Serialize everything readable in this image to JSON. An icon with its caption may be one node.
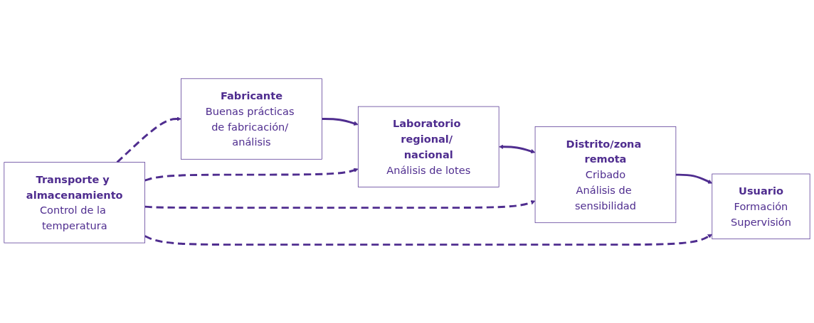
{
  "diagram": {
    "nodes": [
      {
        "text": [
          "Fabricante",
          "Buenas prácticas de fabricación/ análisis"
        ]
      },
      {
        "text": [
          "Laboratorio regional/ nacional",
          "Análisis de lotes"
        ]
      },
      {
        "text": [
          "Distrito/zona remota",
          "Cribado",
          "Análisis de sensibilidad"
        ]
      },
      {
        "text": [
          "Usuario",
          "Formación",
          "Supervisión"
        ]
      },
      {
        "text": [
          "Transporte y almacenamiento",
          "Control de la temperatura"
        ]
      }
    ],
    "edges": [
      {
        "from": 0,
        "to": 1,
        "arrow": "to"
      },
      {
        "from": 1,
        "to": 2,
        "arrow": "both"
      },
      {
        "from": 2,
        "to": 3,
        "arrow": "to"
      },
      {
        "from": 4,
        "to": 0,
        "arrow": "to",
        "style": "dashed"
      },
      {
        "from": 4,
        "to": 1,
        "arrow": "to",
        "style": "dashed"
      },
      {
        "from": 4,
        "to": 2,
        "arrow": "to",
        "style": "dashed"
      },
      {
        "from": 4,
        "to": 3,
        "arrow": "to",
        "style": "dashed"
      }
    ]
  }
}
